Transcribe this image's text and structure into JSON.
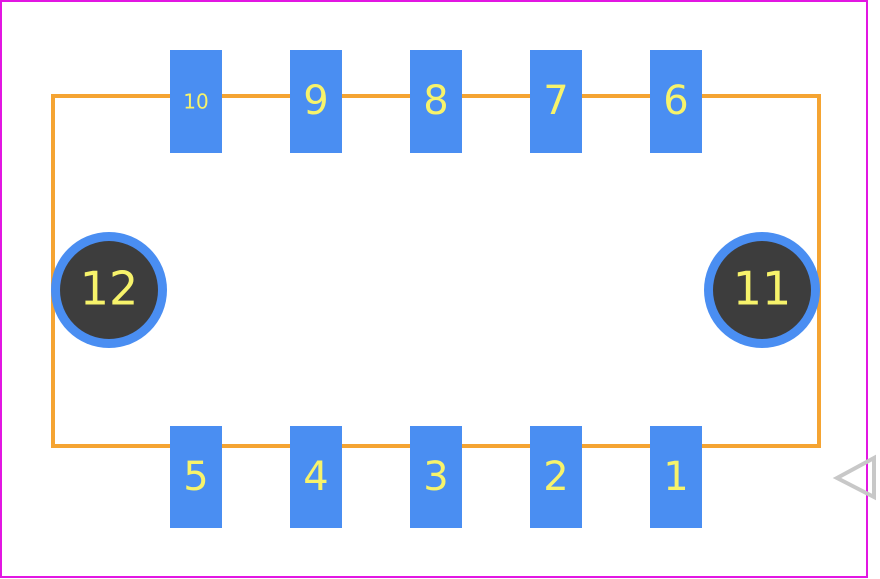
{
  "colors": {
    "background": "#ffffff",
    "border": "#e216e2",
    "outline": "#f5a432",
    "pad": "#4a8ef2",
    "hole": "#3d3d3d",
    "label": "#f7f36b",
    "marker": "#c8c8c8"
  },
  "top_pads": [
    {
      "label": "10"
    },
    {
      "label": "9"
    },
    {
      "label": "8"
    },
    {
      "label": "7"
    },
    {
      "label": "6"
    }
  ],
  "bottom_pads": [
    {
      "label": "5"
    },
    {
      "label": "4"
    },
    {
      "label": "3"
    },
    {
      "label": "2"
    },
    {
      "label": "1"
    }
  ],
  "mount_holes": [
    {
      "label": "12"
    },
    {
      "label": "11"
    }
  ],
  "icons": {
    "pin1_marker": "triangle-marker-icon"
  }
}
